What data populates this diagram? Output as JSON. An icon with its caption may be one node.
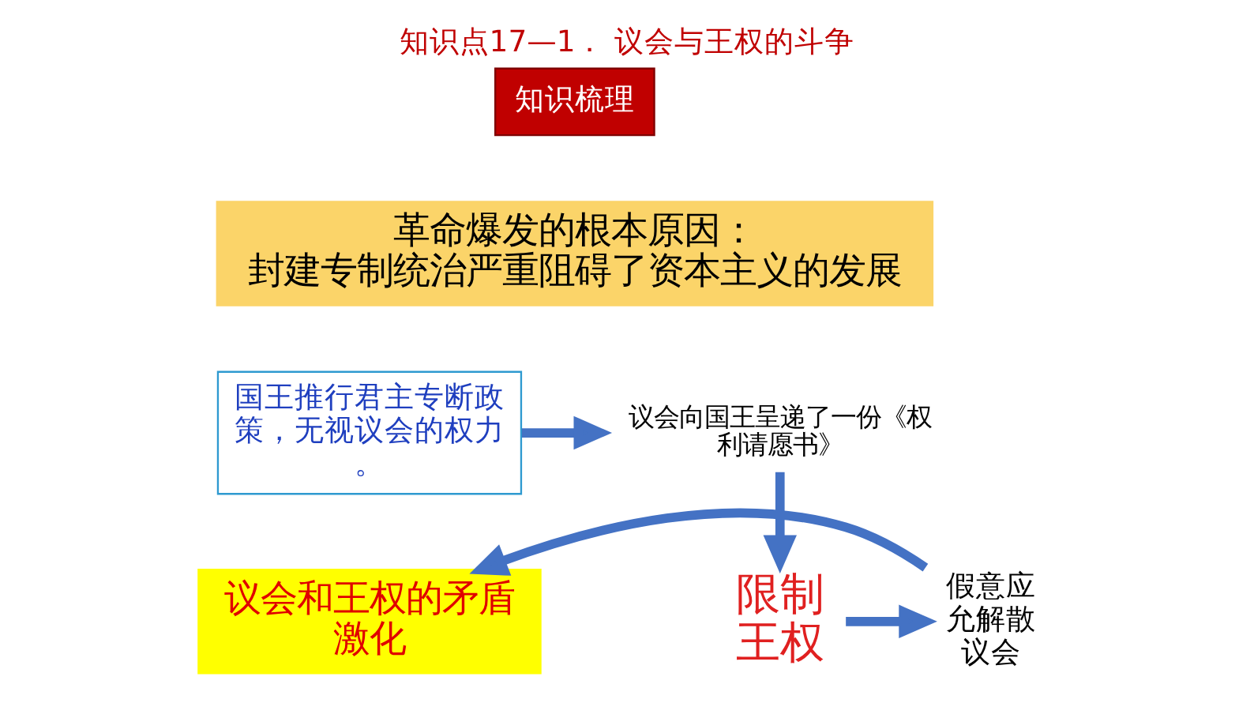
{
  "diagram": {
    "title": "知识点17—1． 议会与王权的斗争",
    "nodes": [
      {
        "text": [
          "知识梳理"
        ]
      },
      {
        "text": [
          "革命爆发的根本原因：",
          "封建专制统治严重阻碍了资本主义的发展"
        ]
      },
      {
        "text": [
          "国王推行君主专断政策，无视议会的权力。"
        ]
      },
      {
        "text": [
          "议会向国王呈递了一份《权利请愿书》"
        ]
      },
      {
        "text": [
          "限制王权"
        ]
      },
      {
        "text": [
          "假意应允解散议会"
        ]
      },
      {
        "text": [
          "议会和王权的矛盾激化"
        ]
      }
    ],
    "edges": [
      {
        "from": 2,
        "to": 3,
        "arrow": "to"
      },
      {
        "from": 3,
        "to": 4,
        "arrow": "to"
      },
      {
        "from": 4,
        "to": 5,
        "arrow": "to"
      },
      {
        "from": 5,
        "to": 6,
        "arrow": "to"
      }
    ]
  }
}
